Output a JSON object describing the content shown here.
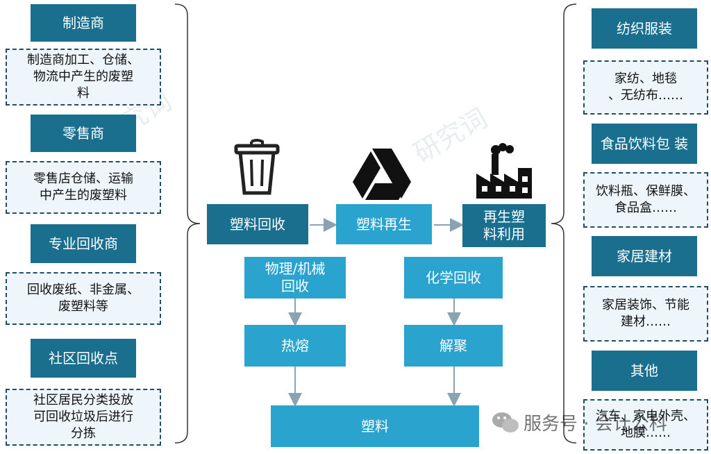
{
  "left": {
    "items": [
      {
        "title": "制造商",
        "desc": "制造商加工、仓储、\n物流中产生的废塑\n料"
      },
      {
        "title": "零售商",
        "desc": "零售店仓储、运输\n中产生的废塑料"
      },
      {
        "title": "专业回收商",
        "desc": "回收废纸、非金属、\n废塑料等"
      },
      {
        "title": "社区回收点",
        "desc": "社区居民分类投放\n可回收垃圾后进行\n分拣"
      }
    ]
  },
  "center": {
    "recycle": "塑料回收",
    "regen": "塑料再生",
    "utilize": "再生塑\n料利用",
    "physical": "物理/机械\n回收",
    "chemical": "化学回收",
    "melt": "热熔",
    "depoly": "解聚",
    "plastic": "塑料"
  },
  "right": {
    "items": [
      {
        "title": "纺织服装",
        "desc": "家纺、地毯\n、无纺布……"
      },
      {
        "title": "食品饮料包\n装",
        "desc": "饮料瓶、保鲜膜、\n食品盒……"
      },
      {
        "title": "家居建材",
        "desc": "家居装饰、节能\n建材……"
      },
      {
        "title": "其他",
        "desc": "汽车、家电外壳、\n地膜……"
      }
    ]
  },
  "watermark": {
    "text": "服务号 · 会计公科",
    "faint": "研究词"
  },
  "colors": {
    "dark": "#1a6f8f",
    "light": "#2aa3cf",
    "arrow": "#8aa3b3"
  },
  "icons": [
    "trash-bin-icon",
    "triangle-logo-icon",
    "factory-icon",
    "wechat-icon"
  ]
}
